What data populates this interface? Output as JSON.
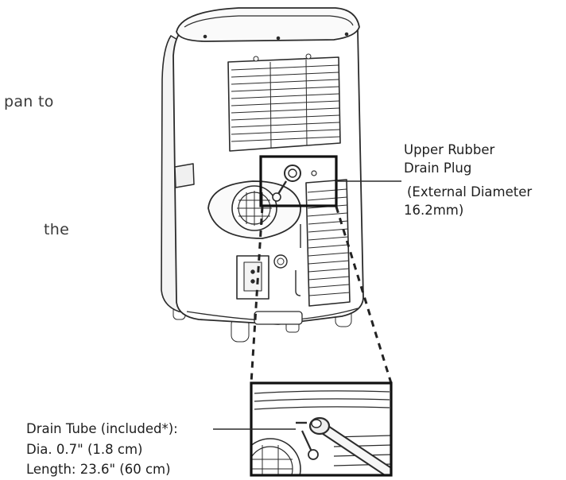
{
  "colors": {
    "outline": "#2b2b2b",
    "text": "#222222",
    "accent_box": "#111111",
    "body_fill": "#ffffff",
    "shade": "#e9e9e9"
  },
  "left_text": {
    "line1": "pan to",
    "line2": "the"
  },
  "callouts": {
    "upper_plug": {
      "line1": "Upper Rubber",
      "line2": "Drain Plug",
      "line3": "(External Diameter",
      "line4": "16.2mm)"
    },
    "drain_tube": {
      "line1": "Drain Tube (included*):",
      "line2": "Dia. 0.7\" (1.8 cm)",
      "line3": "Length: 23.6\" (60 cm)"
    }
  },
  "icons": {
    "unit": "portable-air-conditioner-rear-view",
    "plug": "drain-plug-icon",
    "tube": "drain-tube-icon"
  }
}
